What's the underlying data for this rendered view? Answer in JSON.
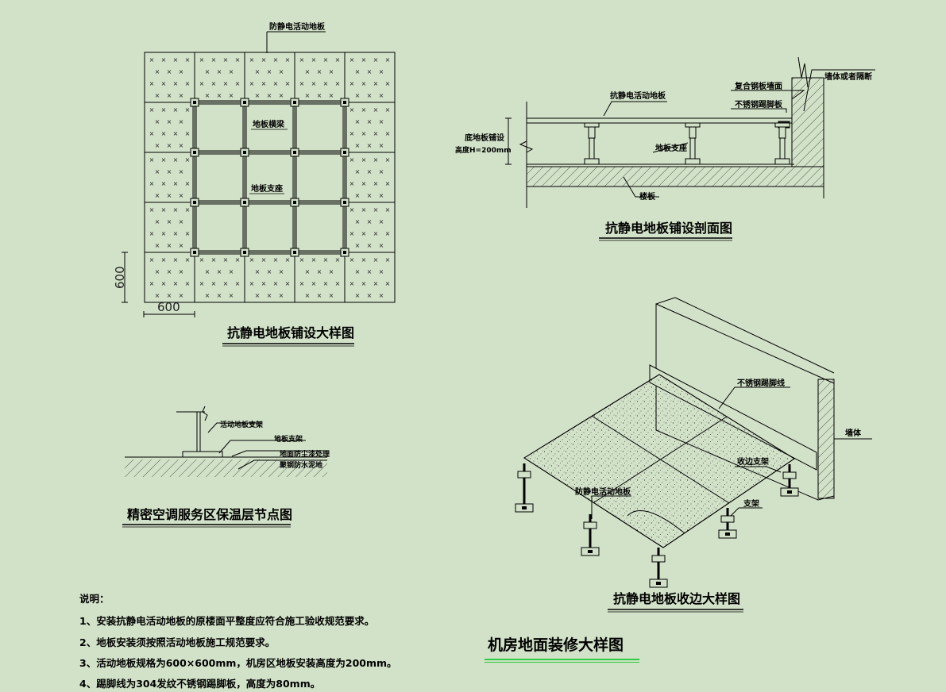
{
  "plan": {
    "title": "抗静电地板铺设大样图",
    "top_label": "防静电活动地板",
    "beam_label": "地板横梁",
    "support_label": "地板支座",
    "dim_vertical": "600",
    "dim_horizontal": "600"
  },
  "section": {
    "title": "抗静电地板铺设剖面图",
    "floor_label": "抗静电活动地板",
    "wall_label": "墙体或者隔断",
    "steel_plate_label": "复合钢板墙面",
    "kickplate_label": "不锈钢踢脚板",
    "height_label_1": "底地板铺设",
    "height_label_2": "高度H=200mm",
    "support_label": "地板支座",
    "slab_label": "楼板"
  },
  "detail": {
    "title": "精密空调服务区保温层节点图",
    "label1": "活动地板支架",
    "label2": "地板支架",
    "label3": "地面防尘漆处理",
    "label4": "聚钢防水泥地"
  },
  "iso": {
    "title": "抗静电地板收边大样图",
    "skirting_label": "不锈钢踢脚线",
    "wall_label": "墙体",
    "edge_support_label": "收边支架",
    "floor_label": "防静电活动地板",
    "support_label": "支架"
  },
  "notes": {
    "heading": "说明：",
    "items": [
      "1、安装抗静电活动地板的原楼面平整度应符合施工验收规范要求。",
      "2、地板安装须按照活动地板施工规范要求。",
      "3、活动地板规格为600×600mm，机房区地板安装高度为200mm。",
      "4、踢脚线为304发纹不锈钢踢脚板，高度为80mm。"
    ]
  },
  "main_title": "机房地面装修大样图",
  "colors": {
    "background": "#d2e2c8",
    "title_underline": "#2ecc40",
    "ink": "#000000"
  }
}
